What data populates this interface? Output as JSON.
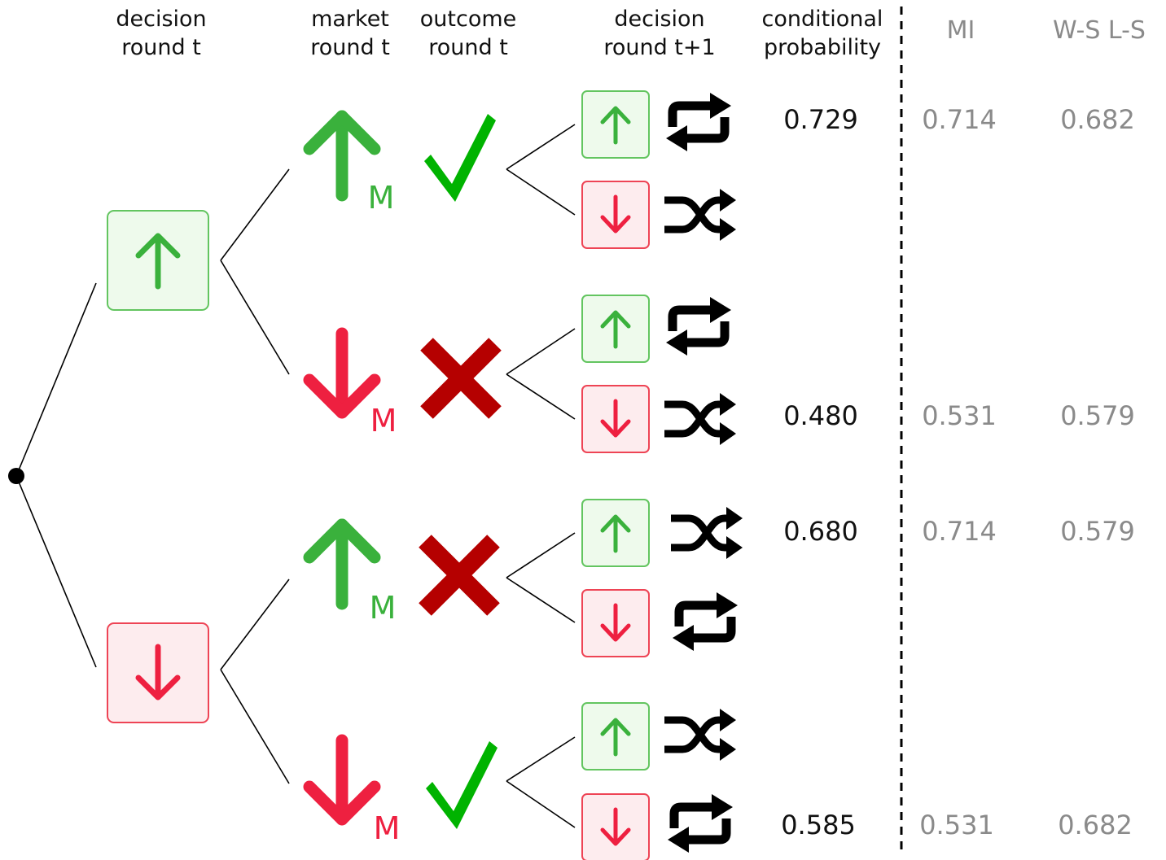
{
  "headers": {
    "decision_t": "decision\nround t",
    "market_t": "market\nround t",
    "outcome_t": "outcome\nround t",
    "decision_t1": "decision\nround t+1",
    "cond_prob": "conditional\nprobability",
    "mi": "MI",
    "ws_ls": "W-S L-S"
  },
  "market_label": "M",
  "colors": {
    "green": "#3ab13c",
    "red": "#ee2040",
    "dark_red": "#b50000",
    "check": "#00b300",
    "gray": "#8a8a8a"
  },
  "icons": [
    "up-arrow-icon",
    "down-arrow-icon",
    "check-icon",
    "cross-icon",
    "repeat-icon",
    "shuffle-icon"
  ],
  "rows": [
    {
      "cond_prob": "0.729",
      "mi": "0.714",
      "ws_ls": "0.682"
    },
    {
      "cond_prob": "0.480",
      "mi": "0.531",
      "ws_ls": "0.579"
    },
    {
      "cond_prob": "0.680",
      "mi": "0.714",
      "ws_ls": "0.579"
    },
    {
      "cond_prob": "0.585",
      "mi": "0.531",
      "ws_ls": "0.682"
    }
  ]
}
